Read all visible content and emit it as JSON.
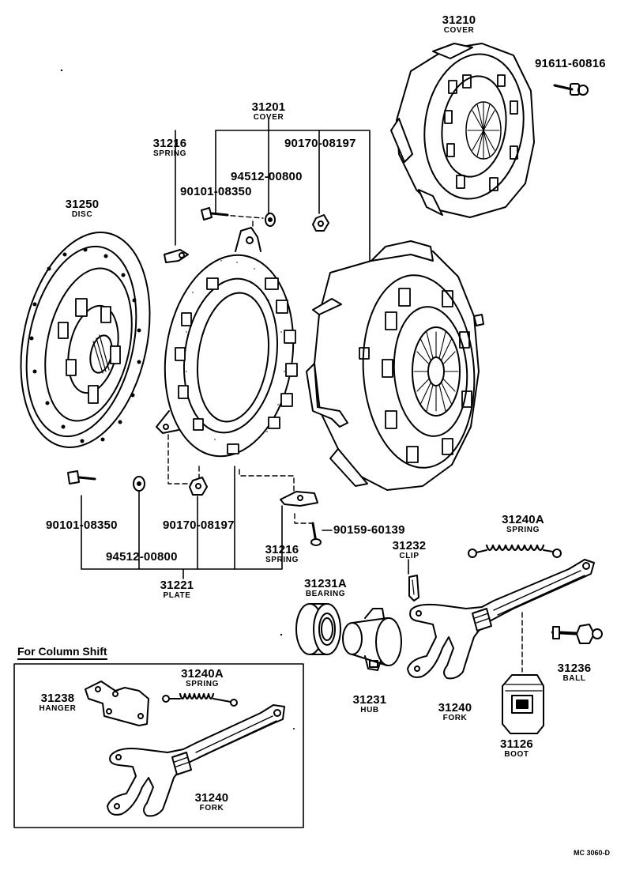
{
  "parts": {
    "cover_assy": {
      "number": "31210",
      "name": "COVER"
    },
    "cover_bolt": {
      "number": "91611-60816"
    },
    "cover": {
      "number": "31201",
      "name": "COVER"
    },
    "spring_upper": {
      "number": "31216",
      "name": "SPRING"
    },
    "washer_top": {
      "number": "94512-00800"
    },
    "nut_top_right": {
      "number": "90170-08197"
    },
    "bolt_top": {
      "number": "90101-08350"
    },
    "disc": {
      "number": "31250",
      "name": "DISC"
    },
    "bolt_bottom": {
      "number": "90101-08350"
    },
    "nut_bottom": {
      "number": "90170-08197"
    },
    "washer_bottom": {
      "number": "94512-00800"
    },
    "plate": {
      "number": "31221",
      "name": "PLATE"
    },
    "screw": {
      "number": "90159-60139"
    },
    "spring_lower": {
      "number": "31216",
      "name": "SPRING"
    },
    "clip": {
      "number": "31232",
      "name": "CLIP"
    },
    "bearing": {
      "number": "31231A",
      "name": "BEARING"
    },
    "hub": {
      "number": "31231",
      "name": "HUB"
    },
    "release_spring": {
      "number": "31240A",
      "name": "SPRING"
    },
    "ball": {
      "number": "31236",
      "name": "BALL"
    },
    "fork": {
      "number": "31240",
      "name": "FORK"
    },
    "boot": {
      "number": "31126",
      "name": "BOOT"
    },
    "hanger": {
      "number": "31238",
      "name": "HANGER"
    },
    "col_spring": {
      "number": "31240A",
      "name": "SPRING"
    },
    "col_fork": {
      "number": "31240",
      "name": "FORK"
    }
  },
  "column_shift_title": "For Column Shift",
  "ref_code": "MC 3060-D"
}
